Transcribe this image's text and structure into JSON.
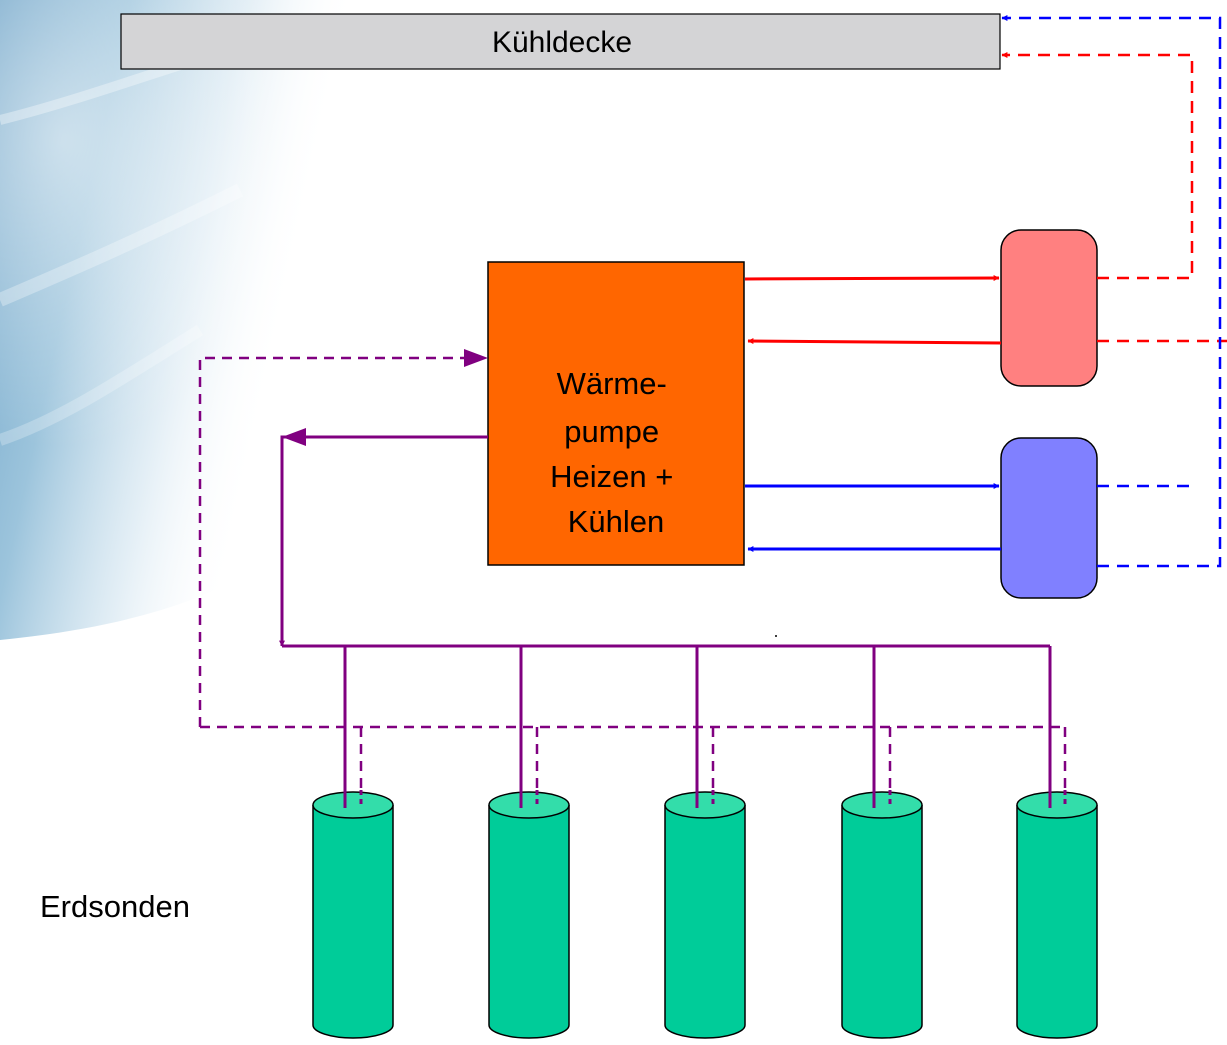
{
  "ceiling": {
    "label": "Kühldecke"
  },
  "heat_pump": {
    "lines": [
      "Wärme-",
      "pumpe",
      "Heizen +",
      "Kühlen"
    ]
  },
  "probes": {
    "label": "Erdsonden",
    "count": 5
  },
  "colors": {
    "heat_pump_fill": "#ff6600",
    "heating_buffer_fill": "#ff8080",
    "cooling_buffer_fill": "#8080ff",
    "probe_fill": "#00cc99",
    "probe_top_fill": "#33ddaa",
    "ceiling_fill": "#d4d4d6",
    "heating_line": "#ff0000",
    "cooling_line": "#0000ff",
    "ground_line": "#800080"
  }
}
